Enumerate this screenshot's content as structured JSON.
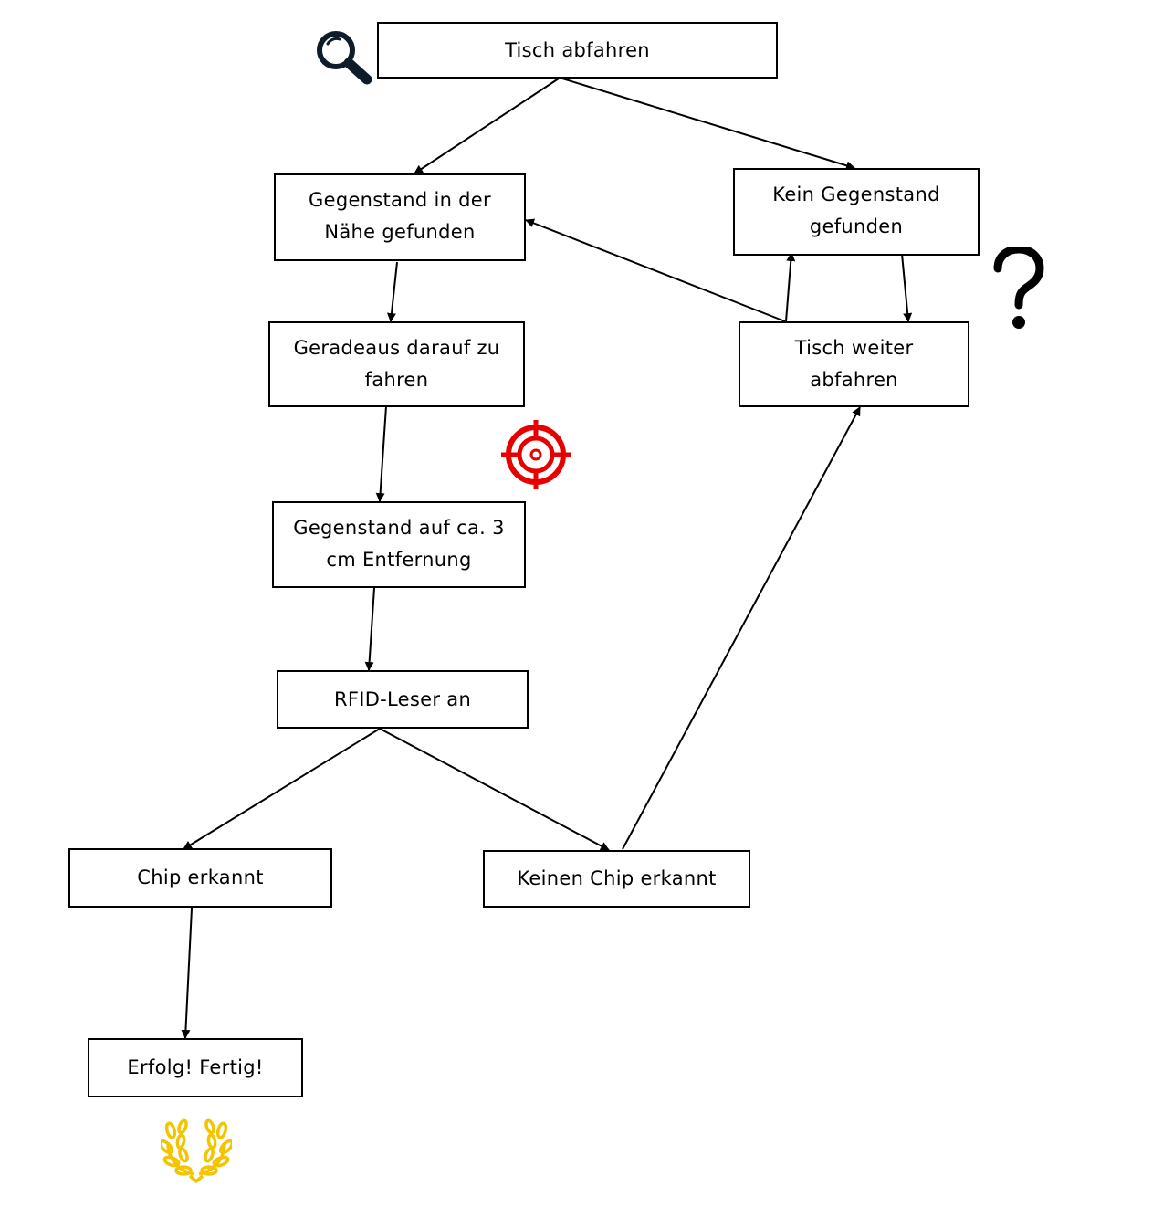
{
  "nodes": {
    "tisch_abfahren": "Tisch abfahren",
    "gegenstand_naehe": "Gegenstand in der\nNähe gefunden",
    "kein_gegenstand": "Kein Gegenstand\ngefunden",
    "geradeaus": "Geradeaus darauf zu\nfahren",
    "tisch_weiter": "Tisch weiter\nabfahren",
    "gegenstand_3cm": "Gegenstand auf ca. 3\ncm Entfernung",
    "rfid": "RFID-Leser an",
    "chip_erkannt": "Chip erkannt",
    "keinen_chip": "Keinen Chip erkannt",
    "erfolg": "Erfolg! Fertig!"
  },
  "icons": [
    "magnifier-icon",
    "question-mark-icon",
    "target-icon",
    "laurel-wreath-icon"
  ],
  "colors": {
    "target": "#e60000",
    "laurel": "#f5c400",
    "magnifier": "#0d1b2a"
  }
}
